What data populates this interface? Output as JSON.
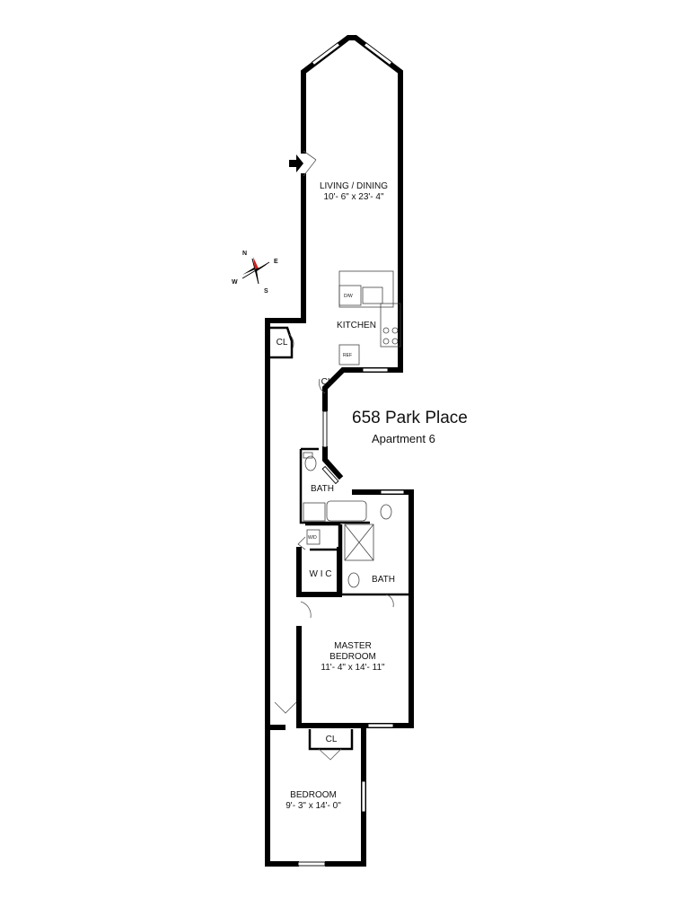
{
  "title": "658 Park Place",
  "subtitle": "Apartment 6",
  "compass": {
    "n": "N",
    "s": "S",
    "e": "E",
    "w": "W"
  },
  "rooms": {
    "living": {
      "name": "LIVING / DINING",
      "dims": "10'- 6\" x 23'- 4\""
    },
    "kitchen": {
      "name": "KITCHEN"
    },
    "closet1": {
      "name": "CL"
    },
    "closet2": {
      "name": "CL"
    },
    "bath1": {
      "name": "BATH"
    },
    "wic": {
      "name": "W I C"
    },
    "bath2": {
      "name": "BATH"
    },
    "master": {
      "name": "MASTER",
      "name2": "BEDROOM",
      "dims": "11'- 4\" x 14'- 11\""
    },
    "closet3": {
      "name": "CL"
    },
    "bedroom": {
      "name": "BEDROOM",
      "dims": "9'- 3\" x 14'- 0\""
    }
  },
  "fixtures": {
    "dw": "D/W",
    "ref": "REF",
    "wd": "W/D"
  },
  "colors": {
    "wall": "#000000",
    "compass_north": "#d32020",
    "background": "#ffffff"
  }
}
